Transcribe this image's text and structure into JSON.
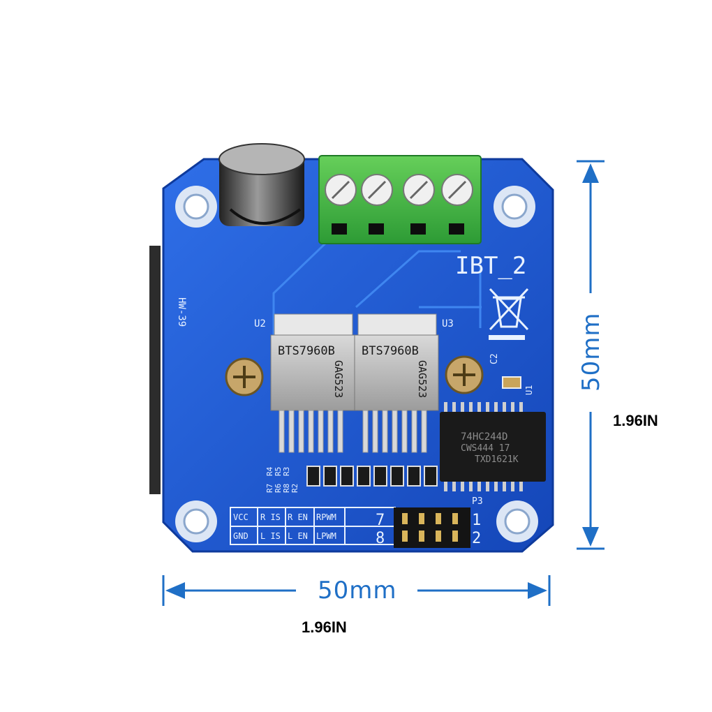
{
  "board": {
    "title": "IBT_2",
    "model_mark": "HW-39",
    "chip_left": "BTS7960B",
    "chip_right": "BTS7960B",
    "chip_left_code": "GAG523",
    "chip_right_code": "GAG523",
    "ref_u2": "U2",
    "ref_u3": "U3",
    "ref_u1": "U1",
    "ref_c2": "C2",
    "ref_p3": "P3",
    "logic_chip_line1": "74HC244D",
    "logic_chip_line2": "CWS444   17",
    "logic_chip_line3": "TXD1621K",
    "resistors_row1": [
      "R7",
      "R5",
      "R3"
    ],
    "resistors_row2": [
      "R4"
    ],
    "resistors_row3": [
      "R6",
      "R8",
      "R2"
    ],
    "pin_table": {
      "row1": [
        "VCC",
        "R IS",
        "R EN",
        "RPWM"
      ],
      "row2": [
        "GND",
        "L IS",
        "L EN",
        "LPWM"
      ]
    },
    "header_numbers": {
      "left_top": "7",
      "left_bottom": "8",
      "right_top": "1",
      "right_bottom": "2"
    },
    "colors": {
      "pcb": "#1a57d6",
      "terminal": "#45b649",
      "dimension": "#1f6fc6"
    }
  },
  "dimensions": {
    "width_mm": "50mm",
    "height_mm": "50mm",
    "width_in": "1.96IN",
    "height_in": "1.96IN"
  }
}
